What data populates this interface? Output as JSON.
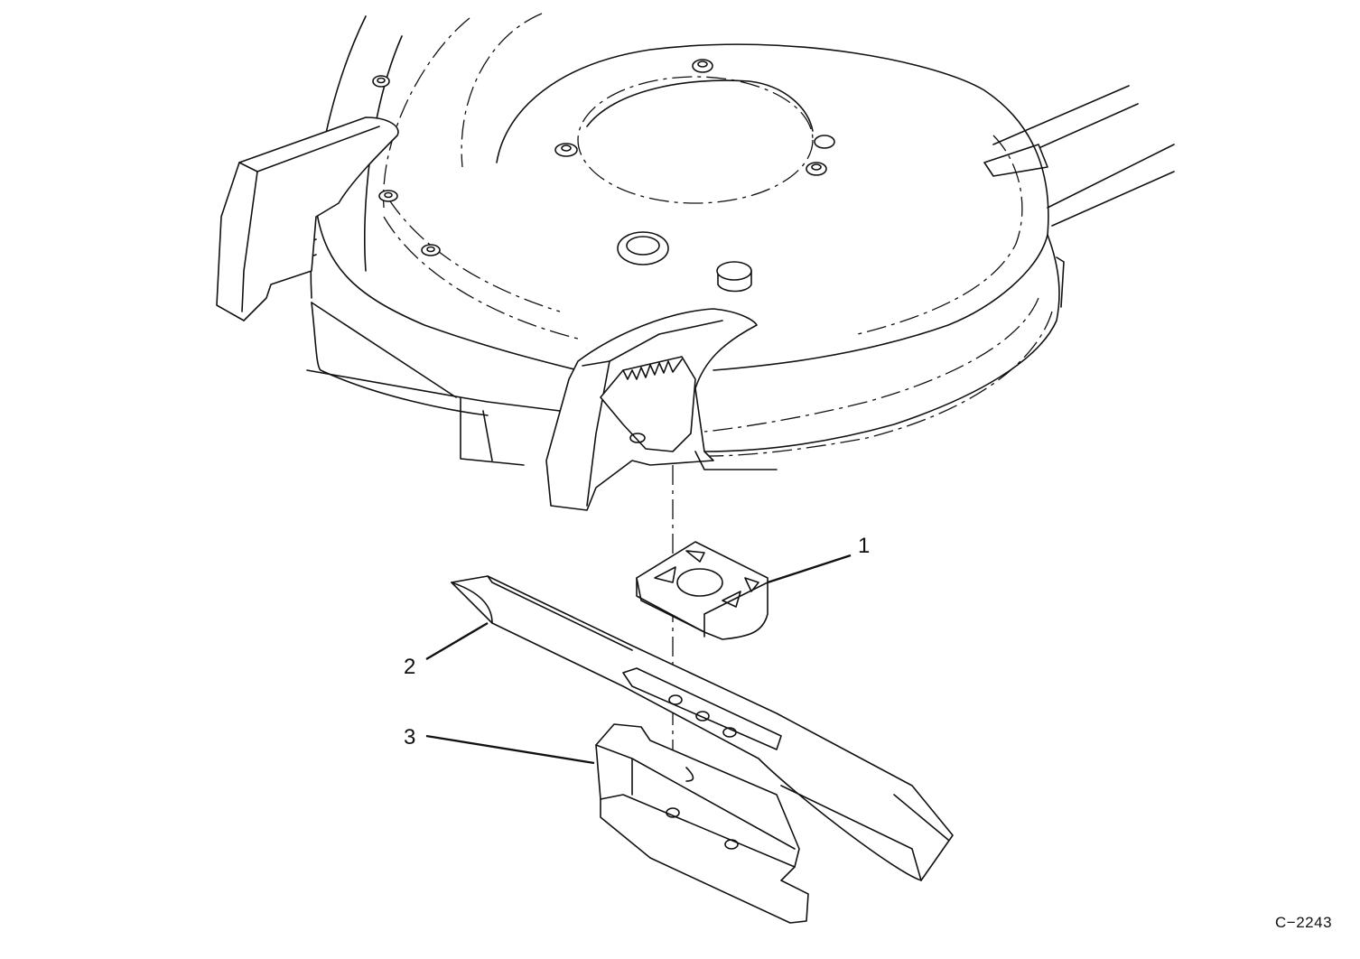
{
  "callouts": [
    {
      "id": "1",
      "label": "1"
    },
    {
      "id": "2",
      "label": "2"
    },
    {
      "id": "3",
      "label": "3"
    }
  ],
  "figure_code": "C−2243"
}
